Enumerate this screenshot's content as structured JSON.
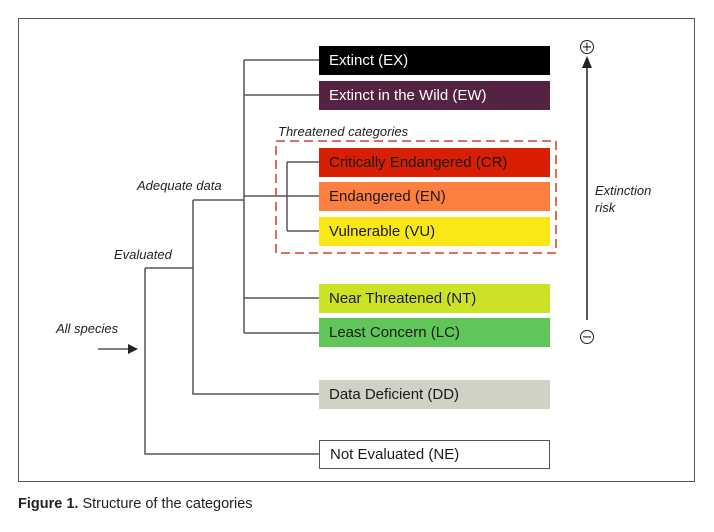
{
  "labels": {
    "all_species": "All species",
    "evaluated": "Evaluated",
    "adequate_data": "Adequate data",
    "threatened": "Threatened categories",
    "extinction_risk_1": "Extinction",
    "extinction_risk_2": "risk",
    "plus": "+",
    "minus": "−"
  },
  "categories": [
    {
      "text": "Extinct (EX)",
      "bg": "#000000",
      "fg": "#ffffff"
    },
    {
      "text": "Extinct in the Wild (EW)",
      "bg": "#542344",
      "fg": "#ffffff"
    },
    {
      "text": "Critically Endangered (CR)",
      "bg": "#d81e05",
      "fg": "#1a1a1a"
    },
    {
      "text": "Endangered (EN)",
      "bg": "#fc7f3f",
      "fg": "#1a1a1a"
    },
    {
      "text": "Vulnerable (VU)",
      "bg": "#f9e814",
      "fg": "#1a1a1a"
    },
    {
      "text": "Near Threatened (NT)",
      "bg": "#cce226",
      "fg": "#1a1a1a"
    },
    {
      "text": "Least Concern (LC)",
      "bg": "#60c659",
      "fg": "#1a1a1a"
    },
    {
      "text": "Data Deficient (DD)",
      "bg": "#d1d1c6",
      "fg": "#1a1a1a"
    },
    {
      "text": "Not Evaluated (NE)",
      "bg": "#ffffff",
      "fg": "#1a1a1a"
    }
  ],
  "caption": {
    "bold": "Figure 1.",
    "text": " Structure of the categories"
  },
  "colors": {
    "dashed_border": "#e05a4a",
    "line": "#555555"
  }
}
